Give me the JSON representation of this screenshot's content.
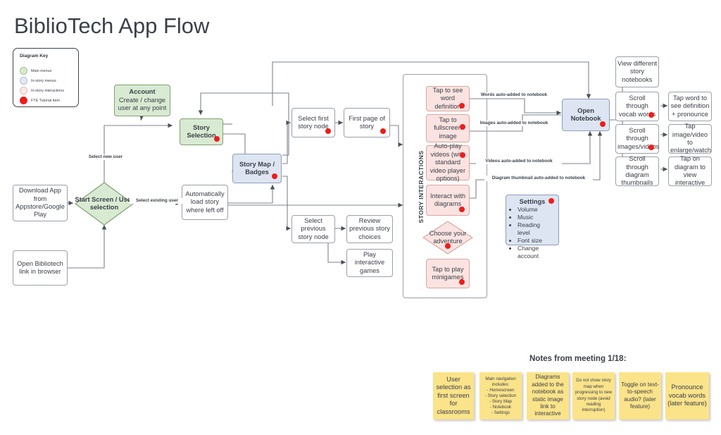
{
  "title": "BiblioTech App Flow",
  "legend": {
    "title": "Diagram Key",
    "items": [
      {
        "label": "Main menus",
        "color": "#d9ead3",
        "swatch": "sw-green"
      },
      {
        "label": "In-story menus",
        "color": "#e2e9f6",
        "swatch": "sw-blue"
      },
      {
        "label": "In-story interactions",
        "color": "#fbe9e7",
        "swatch": "sw-pink"
      },
      {
        "label": "FTE Tutorial item",
        "color": "#ee1c1c",
        "swatch": "sw-red"
      }
    ]
  },
  "nodes": {
    "account": {
      "title": "Account",
      "body": "Create / change user at any point"
    },
    "story_selection": {
      "label": "Story Selection"
    },
    "story_map": {
      "label": "Story Map / Badges"
    },
    "download_app": {
      "label": "Download App from Appstore/Google Play"
    },
    "start_screen": {
      "label": "Start Screen / User selection"
    },
    "open_link": {
      "label": "Open Bibliotech link in browser"
    },
    "auto_load": {
      "label": "Automatically load story where left off"
    },
    "select_first": {
      "label": "Select first story node"
    },
    "first_page": {
      "label": "First page of story"
    },
    "select_prev": {
      "label": "Select previous story node"
    },
    "review_choices": {
      "label": "Review previous story choices"
    },
    "play_games": {
      "label": "Play interactive games"
    },
    "tap_word": {
      "label": "Tap to see word definition"
    },
    "tap_fullscreen": {
      "label": "Tap to fullscreen image"
    },
    "autoplay_videos": {
      "label": "Auto-play videos (with standard video player options)"
    },
    "interact_diagrams": {
      "label": "Interact with diagrams"
    },
    "choose_adventure": {
      "label": "Choose your adventure"
    },
    "tap_minigames": {
      "label": "Tap to play minigames"
    },
    "open_notebook": {
      "label": "Open Notebook"
    },
    "view_notebooks": {
      "label": "View different story notebooks"
    },
    "scroll_vocab": {
      "label": "Scroll through vocab words"
    },
    "scroll_images": {
      "label": "Scroll through images/videos"
    },
    "scroll_diagrams": {
      "label": "Scroll through diagram thumbnails"
    },
    "tap_word_def": {
      "label": "Tap word to see definition + pronounce"
    },
    "tap_image": {
      "label": "Tap image/video to enlarge/watch"
    },
    "tap_diagram": {
      "label": "Tap on diagram to view interactive"
    }
  },
  "containers": {
    "story_interactions": {
      "label": "STORY INTERACTIONS"
    }
  },
  "edge_labels": {
    "select_new_user": "Select new user",
    "select_existing_user": "Select existing user",
    "words_added": "Words auto-added to notebook",
    "images_added": "Images auto-added to notebook",
    "videos_added": "Videos auto-added to notebook",
    "diagram_added": "Diagram thumbnail auto-added to notebook"
  },
  "settings": {
    "title": "Settings",
    "items": [
      "Volume",
      "Music",
      "Reading level",
      "Font size",
      "Change account"
    ]
  },
  "notes": {
    "heading": "Notes from meeting 1/18:",
    "stickies": [
      {
        "type": "text",
        "text": "User selection as first screen for classrooms",
        "font": 9.3
      },
      {
        "type": "list",
        "head": "Main navigation includes:",
        "items": [
          "- Homescreen",
          "- Story selection",
          "- Story Map",
          "- Notebook",
          "- Settings"
        ],
        "font": 6.2
      },
      {
        "type": "text",
        "text": "Diagrams added to the notebook as static image link to interactive",
        "font": 8.2
      },
      {
        "type": "text",
        "text": "Do not show story map when progressing to new story node (avoid reading interruption)",
        "font": 6.2
      },
      {
        "type": "text",
        "text": "Toggle on text-to-speech audio? (later feature)",
        "font": 8.2
      },
      {
        "type": "text",
        "text": "Pronounce vocab words (later feature)",
        "font": 9.3
      }
    ]
  },
  "colors": {
    "main_menu": "#d9ead3",
    "in_story_menu": "#dde5f2",
    "in_story_interaction": "#fbe3e1",
    "fte_dot": "#ee1c1c",
    "sticky": "#fbe38a",
    "stroke": "#9aa0ab",
    "text": "#3b4049"
  }
}
